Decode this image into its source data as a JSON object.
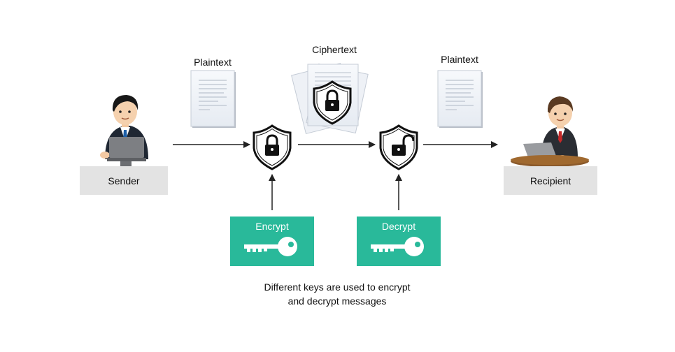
{
  "sender": {
    "label": "Sender"
  },
  "recipient": {
    "label": "Recipient"
  },
  "documents": {
    "plaintext_left": "Plaintext",
    "ciphertext": "Ciphertext",
    "plaintext_right": "Plaintext"
  },
  "keys": {
    "encrypt": "Encrypt",
    "decrypt": "Decrypt"
  },
  "caption": {
    "line1": "Different keys are used to encrypt",
    "line2": "and decrypt messages"
  },
  "colors": {
    "key_box": "#29b99a",
    "role_box": "#e3e3e3",
    "shield": "#111111",
    "document": "#eef2f7"
  }
}
